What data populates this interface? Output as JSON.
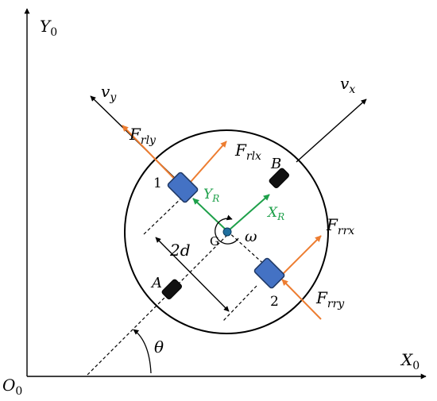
{
  "colors": {
    "axis": "#000000",
    "force": "#ED7D31",
    "robot_frame": "#1EA04A",
    "wheel_fill": "#4472C4",
    "wheel_stroke": "#1F3864",
    "caster": "#111111",
    "center": "#1F6F9E"
  },
  "labels": {
    "y0_sym": "Y",
    "y0_sub": "0",
    "x0_sym": "X",
    "x0_sub": "0",
    "o0_sym": "O",
    "o0_sub": "0",
    "theta": "θ",
    "vy_sym": "v",
    "vy_sub": "y",
    "vx_sym": "v",
    "vx_sub": "x",
    "frly_sym": "F",
    "frly_sub": "rly",
    "frlx_sym": "F",
    "frlx_sub": "rlx",
    "frrx_sym": "F",
    "frrx_sub": "rrx",
    "frry_sym": "F",
    "frry_sub": "rry",
    "yr_sym": "Y",
    "yr_sub": "R",
    "xr_sym": "X",
    "xr_sub": "R",
    "point_b": "B",
    "point_a": "A",
    "point_g": "G",
    "omega": "ω",
    "wheel_1": "1",
    "wheel_2": "2",
    "dim_2d": "2d"
  }
}
